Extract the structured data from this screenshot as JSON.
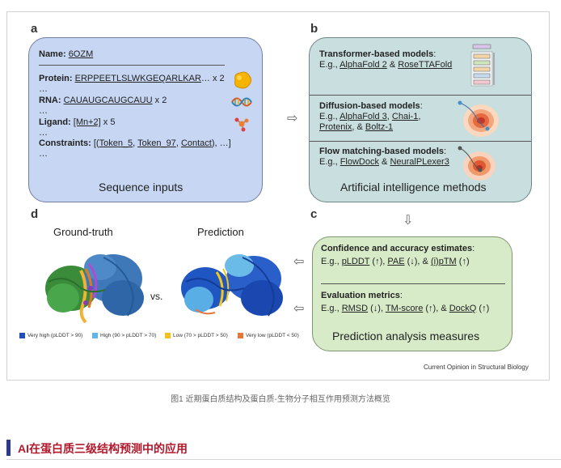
{
  "panel_letters": {
    "a": "a",
    "b": "b",
    "c": "c",
    "d": "d"
  },
  "panel_a": {
    "name_label": "Name:",
    "name_value": "6OZM",
    "protein_label": "Protein:",
    "protein_value": "ERPPEETLSLWKGEQARLKAR",
    "protein_suffix": "… x 2",
    "ellipsis": "…",
    "rna_label": "RNA:",
    "rna_value": "CAUAUGCAUGCAUU",
    "rna_suffix": " x 2",
    "ligand_label": "Ligand:",
    "ligand_value": "[Mn+2]",
    "ligand_suffix": " x 5",
    "constraints_label": "Constraints:",
    "constraints_open": "[(",
    "token_a": "Token_5",
    "comma": ", ",
    "token_b": "Token_97",
    "contact": "Contact",
    "constraints_close": "), …]",
    "title": "Sequence inputs",
    "icons": [
      "protein-blob-icon",
      "rna-helix-icon",
      "ligand-molecule-icon"
    ]
  },
  "panel_b": {
    "transformer_title": "Transformer-based models",
    "colon": ":",
    "eg": "E.g., ",
    "alphafold2": "AlphaFold 2",
    "amp": " & ",
    "rosettafold": "RoseTTAFold",
    "diffusion_title": "Diffusion-based models",
    "alphafold3": "AlphaFold 3",
    "comma": ", ",
    "chai1": "Chai-1",
    "protenix": "Protenix",
    "and": ", & ",
    "boltz1": "Boltz-1",
    "flow_title": "Flow matching-based models",
    "flowdock": "FlowDock",
    "neuralplexer3": "NeuralPLexer3",
    "title": "Artificial intelligence methods"
  },
  "panel_c": {
    "confidence_title": "Confidence and accuracy estimates",
    "colon": ":",
    "eg": "E.g., ",
    "plddt": "pLDDT",
    "up": " (↑), ",
    "pae": "PAE",
    "down": " (↓), & ",
    "iptm": "(i)pTM",
    "up_end": " (↑)",
    "eval_title": "Evaluation metrics",
    "rmsd": "RMSD",
    "down_c": " (↓), ",
    "tmscore": "TM-score",
    "up_amp": " (↑), & ",
    "dockq": "DockQ",
    "title": "Prediction analysis measures"
  },
  "panel_d": {
    "ground_truth": "Ground-truth",
    "prediction": "Prediction",
    "vs": "vs.",
    "legend": [
      {
        "label": "Very high (pLDDT > 90)",
        "color": "#1f4fbf"
      },
      {
        "label": "High (90 > pLDDT > 70)",
        "color": "#5fb4ea"
      },
      {
        "label": "Low (70 > pLDDT > 50)",
        "color": "#f2c21b"
      },
      {
        "label": "Very low (pLDDT < 50)",
        "color": "#e8753a"
      }
    ]
  },
  "credit": "Current Opinion in Structural Biology",
  "caption": "图1 近期蛋白质结构及蛋白质-生物分子相互作用预测方法概览",
  "section_heading": "AI在蛋白质三级结构预测中的应用",
  "colors": {
    "panel_a_bg": "#c6d6f3",
    "panel_b_bg": "#c9dede",
    "panel_c_bg": "#d8ebc9",
    "heading_red": "#b11a2c",
    "heading_bar": "#2b3a8a"
  }
}
